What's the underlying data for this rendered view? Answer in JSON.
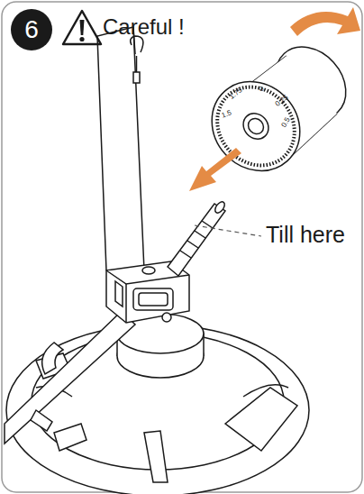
{
  "diagram": {
    "nodes": [
      {
        "text": [
          "6"
        ]
      }
    ],
    "labels": [
      "Careful !",
      "Till here",
      "1.75",
      "0",
      "0.25",
      "0.5",
      "1.5"
    ]
  }
}
